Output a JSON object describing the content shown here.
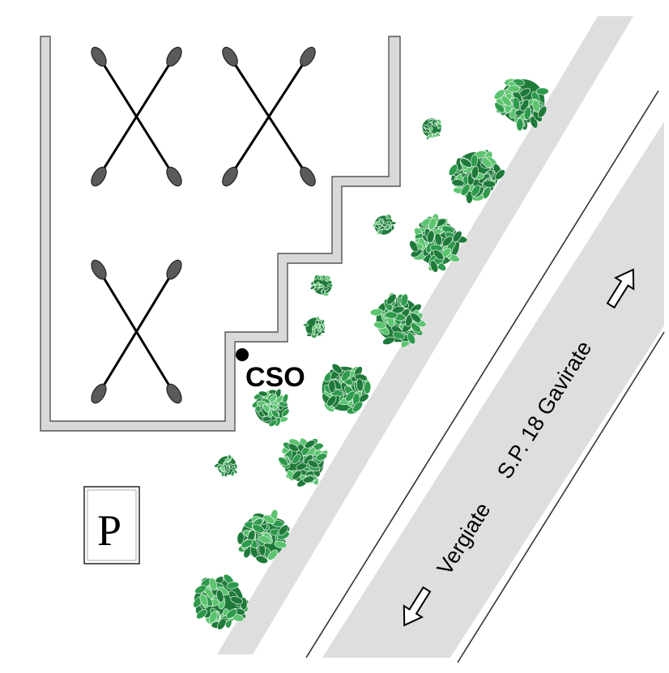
{
  "labels": {
    "outfall": "CSO",
    "road_left": "Vergiate",
    "road_right": "S.P. 18 Gavirate",
    "parking": "P"
  },
  "colors": {
    "foliage_dark": "#1f7a3a",
    "foliage_mid": "#2e9a4c",
    "foliage_light": "#5cc46f",
    "road_fill": "#dedede",
    "wall_fill": "#d9d9d9",
    "wall_stroke": "#555555",
    "ink": "#000000",
    "floodlight_head": "#5a5a5a"
  },
  "icons": {
    "floodlight": "floodlight-tower-icon",
    "bush": "bush-icon",
    "arrow": "direction-arrow-icon",
    "parking": "parking-sign-icon"
  }
}
